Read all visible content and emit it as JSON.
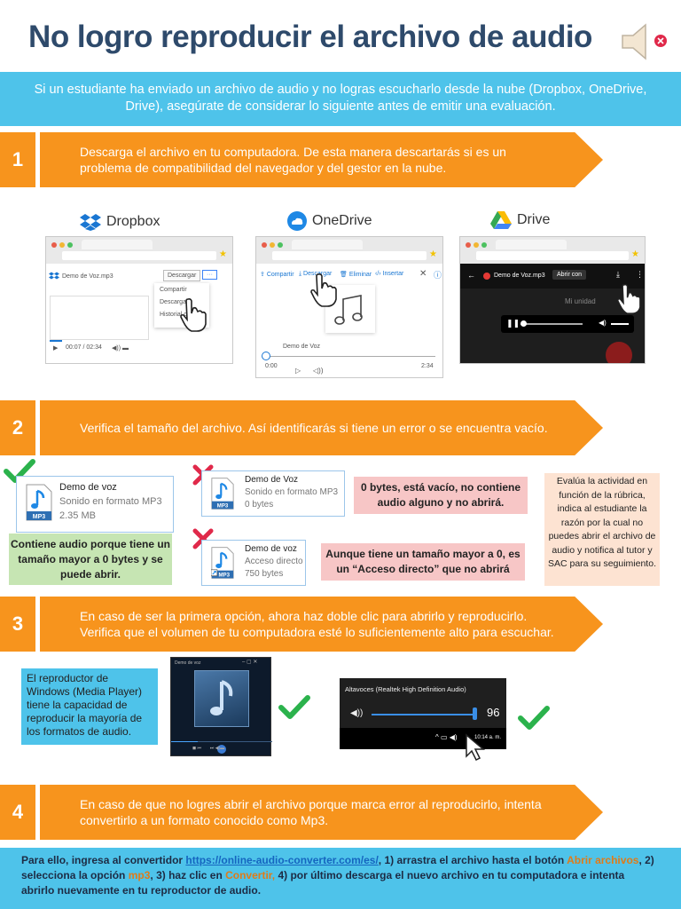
{
  "header": {
    "title": "No logro reproducir el archivo de audio",
    "intro": "Si un estudiante ha enviado un archivo de audio y no logras escucharlo desde la nube (Dropbox, OneDrive, Drive), asegúrate de considerar lo siguiente antes de emitir una evaluación."
  },
  "steps": [
    {
      "number": "1",
      "text": "Descarga el archivo en tu computadora. De esta manera descartarás si es un problema de compatibilidad del navegador y del gestor en la nube."
    },
    {
      "number": "2",
      "text": "Verifica el tamaño del archivo. Así identificarás si tiene un error o se encuentra vacío."
    },
    {
      "number": "3",
      "text": "En caso de ser la primera opción, ahora haz doble clic para abrirlo y reproducirlo. Verifica que el volumen de tu computadora esté lo suficientemente alto para escuchar."
    },
    {
      "number": "4",
      "text": "En caso de que no logres abrir el archivo porque marca error al reproducirlo, intenta convertirlo a un formato conocido como Mp3."
    }
  ],
  "services": {
    "dropbox": {
      "label": "Dropbox",
      "file": "Demo de Voz.mp3",
      "download_button": "Descargar",
      "menu": [
        "Compartir",
        "Descargar",
        "Historial de"
      ],
      "time": "00:07 / 02:34"
    },
    "onedrive": {
      "label": "OneDrive",
      "toolbar": [
        "Compartir",
        "Descargar",
        "Eliminar",
        "Insertar"
      ],
      "file": "Demo de Voz",
      "time_start": "0:00",
      "time_end": "2:34"
    },
    "drive": {
      "label": "Drive",
      "file": "Demo de Voz.mp3",
      "open_with": "Abrir con",
      "my_unit": "Mi unidad"
    }
  },
  "files": [
    {
      "name": "Demo de voz",
      "type": "Sonido en formato MP3",
      "size": "2.35 MB",
      "icon_label": "MP3"
    },
    {
      "name": "Demo de Voz",
      "type": "Sonido en formato MP3",
      "size": "0 bytes",
      "icon_label": "MP3"
    },
    {
      "name": "Demo de voz",
      "type": "Acceso directo",
      "size": "750 bytes",
      "icon_label": "MP3"
    }
  ],
  "notes": {
    "green": "Contiene audio porque tiene un tamaño mayor a 0 bytes y se puede abrir.",
    "empty": "0 bytes, está vacío, no contiene audio alguno y no abrirá.",
    "shortcut": "Aunque tiene un tamaño mayor a 0, es un “Acceso directo” que no abrirá",
    "evaluate": "Evalúa la actividad en función de la rúbrica, indica al estudiante la razón por la cual no puedes abrir el archivo de audio y notifica al tutor y SAC para su seguimiento.",
    "media_player": "El reproductor de Windows (Media Player) tiene la capacidad de reproducir la mayoría de los formatos de audio."
  },
  "volume": {
    "device": "Altavoces (Realtek High Definition Audio)",
    "level": 96,
    "clock": "10:14 a. m."
  },
  "media_player": {
    "title": "Demo de voz"
  },
  "footer": {
    "prefix": "Para ello, ingresa al convertidor ",
    "link": "https://online-audio-converter.com/es/",
    "part1": ", 1) arrastra el archivo hasta el botón ",
    "button1": "Abrir archivos",
    "part2": ", 2) selecciona la opción ",
    "option": "mp3",
    "part3": ", 3) haz clic en ",
    "button2": "Convertir,",
    "part4": " 4) por último descarga el nuevo archivo en tu computadora e intenta abrirlo nuevamente en tu reproductor de audio."
  },
  "colors": {
    "orange": "#f7941d",
    "cyan": "#4ec3ea",
    "title": "#2e4a6b",
    "green": "#2bb24c",
    "red": "#e0294a"
  }
}
